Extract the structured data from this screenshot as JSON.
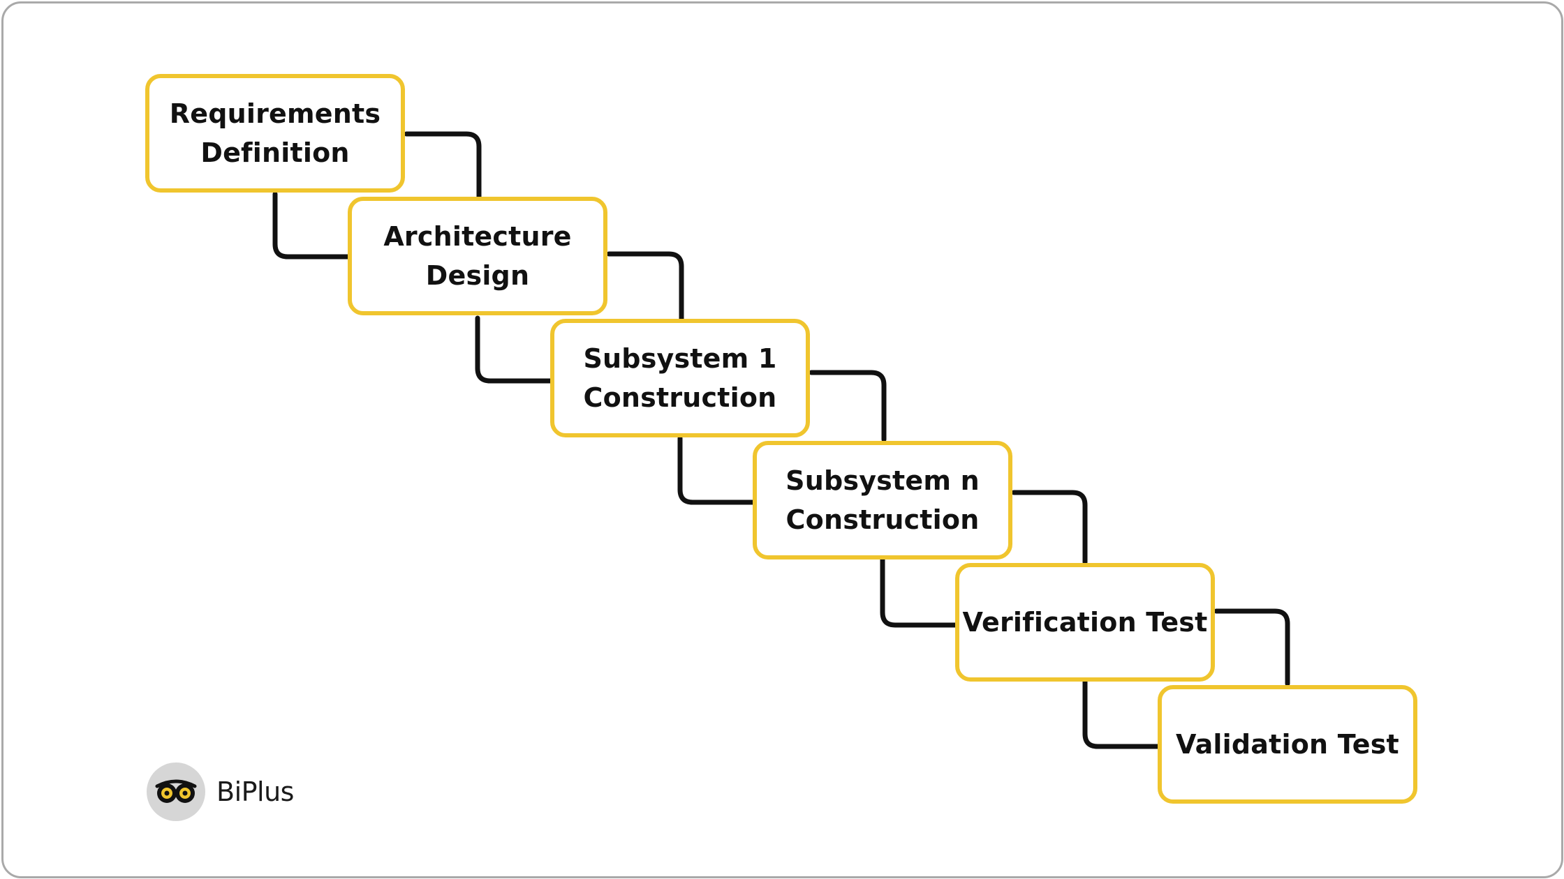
{
  "diagram": {
    "steps": [
      {
        "label": "Requirements\nDefinition"
      },
      {
        "label": "Architecture\nDesign"
      },
      {
        "label": "Subsystem 1\nConstruction"
      },
      {
        "label": "Subsystem n\nConstruction"
      },
      {
        "label": "Verification Test"
      },
      {
        "label": "Validation Test"
      }
    ],
    "box_border_color": "#f0c52e",
    "connector_color": "#111111"
  },
  "brand": {
    "name": "BiPlus",
    "icon": "owl-eyes-icon"
  }
}
